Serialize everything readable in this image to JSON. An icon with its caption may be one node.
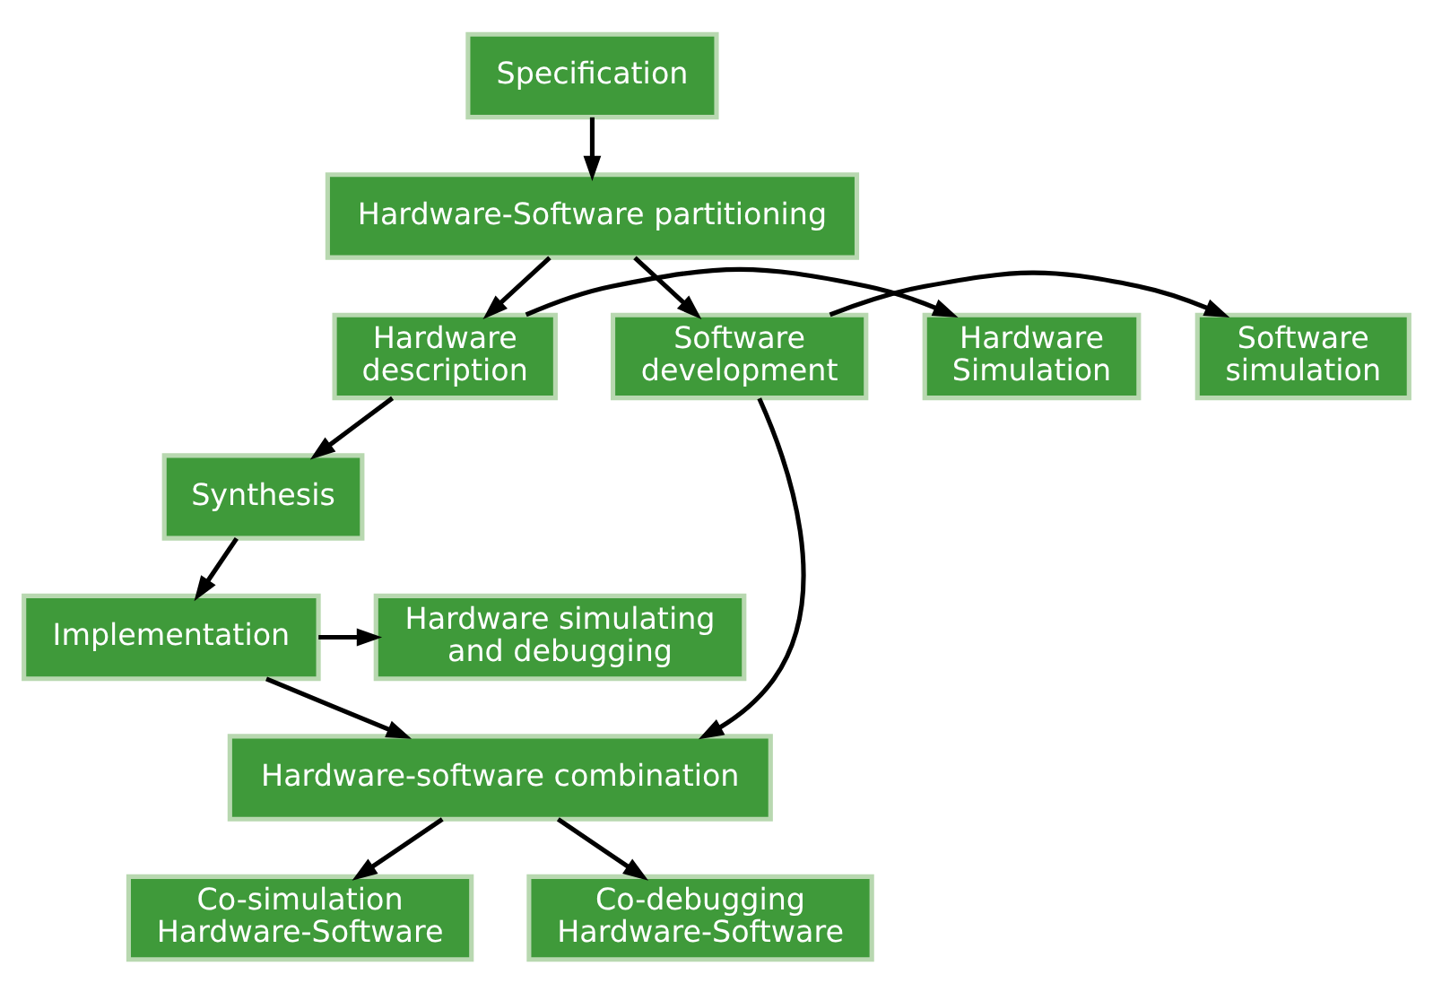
{
  "diagram": {
    "nodes": [
      {
        "text": [
          "Specification"
        ]
      },
      {
        "text": [
          "Hardware-Software partitioning"
        ]
      },
      {
        "text": [
          "Hardware Simulation"
        ]
      },
      {
        "text": [
          "Hardware description"
        ]
      },
      {
        "text": [
          "Software development"
        ]
      },
      {
        "text": [
          "Software simulation"
        ]
      },
      {
        "text": [
          "Synthesis"
        ]
      },
      {
        "text": [
          "Co-simulation Hardware-Software"
        ]
      },
      {
        "text": [
          "Hardware simulating and debugging"
        ]
      },
      {
        "text": [
          "Implementation"
        ]
      },
      {
        "text": [
          "Hardware-software combination"
        ]
      },
      {
        "text": [
          "Co-debugging Hardware-Software"
        ]
      }
    ],
    "edges": [
      {
        "from": 0,
        "to": 1,
        "arrow": "to"
      },
      {
        "from": 1,
        "to": 3,
        "arrow": "to"
      },
      {
        "from": 1,
        "to": 4,
        "arrow": "to"
      },
      {
        "from": 3,
        "to": 2,
        "arrow": "to"
      },
      {
        "from": 4,
        "to": 5,
        "arrow": "to"
      },
      {
        "from": 3,
        "to": 6,
        "arrow": "to"
      },
      {
        "from": 6,
        "to": 9,
        "arrow": "to"
      },
      {
        "from": 9,
        "to": 8,
        "arrow": "to"
      },
      {
        "from": 9,
        "to": 10,
        "arrow": "to"
      },
      {
        "from": 4,
        "to": 10,
        "arrow": "to"
      },
      {
        "from": 10,
        "to": 7,
        "arrow": "to"
      },
      {
        "from": 10,
        "to": 11,
        "arrow": "to"
      }
    ]
  }
}
